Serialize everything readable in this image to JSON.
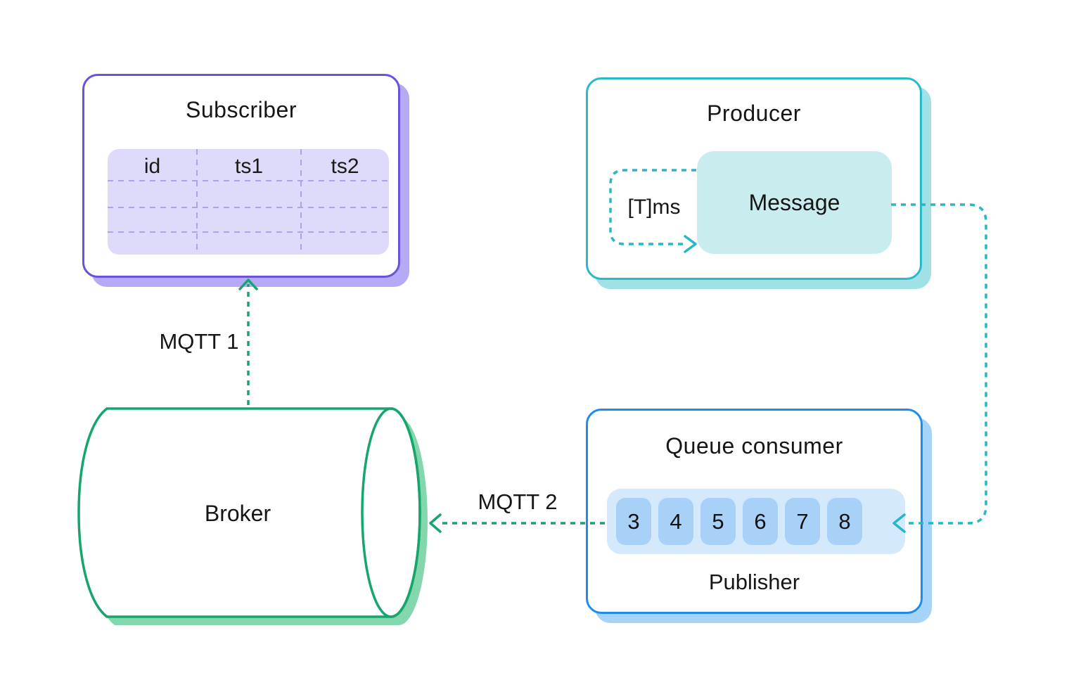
{
  "diagram": {
    "subscriber": {
      "title": "Subscriber",
      "table": {
        "columns": [
          "id",
          "ts1",
          "ts2"
        ],
        "body_rows": 3
      }
    },
    "producer": {
      "title": "Producer",
      "interval_label": "[T]ms",
      "message_label": "Message"
    },
    "broker": {
      "label": "Broker"
    },
    "queue_consumer": {
      "title": "Queue consumer",
      "items": [
        "3",
        "4",
        "5",
        "6",
        "7",
        "8"
      ],
      "publisher_label": "Publisher"
    },
    "connections": {
      "mqtt1_label": "MQTT 1",
      "mqtt2_label": "MQTT 2"
    },
    "colors": {
      "purple_border": "#6C50E0",
      "purple_shadow": "#B5AAF6",
      "purple_table_fill": "#DEDAF9",
      "purple_dash": "#ABA2E8",
      "teal_border": "#29B9C8",
      "teal_shadow": "#A0E1E6",
      "teal_message_fill": "#C9ECEF",
      "teal_dash": "#28B6C9",
      "green_line": "#16A56C",
      "green_shadow": "#84D7AC",
      "blue_border": "#1F8CEA",
      "blue_shadow": "#A6D4F8",
      "blue_strip_fill": "#D5E9FD",
      "blue_cell_fill": "#A7D1F7",
      "text": "#161616"
    }
  }
}
